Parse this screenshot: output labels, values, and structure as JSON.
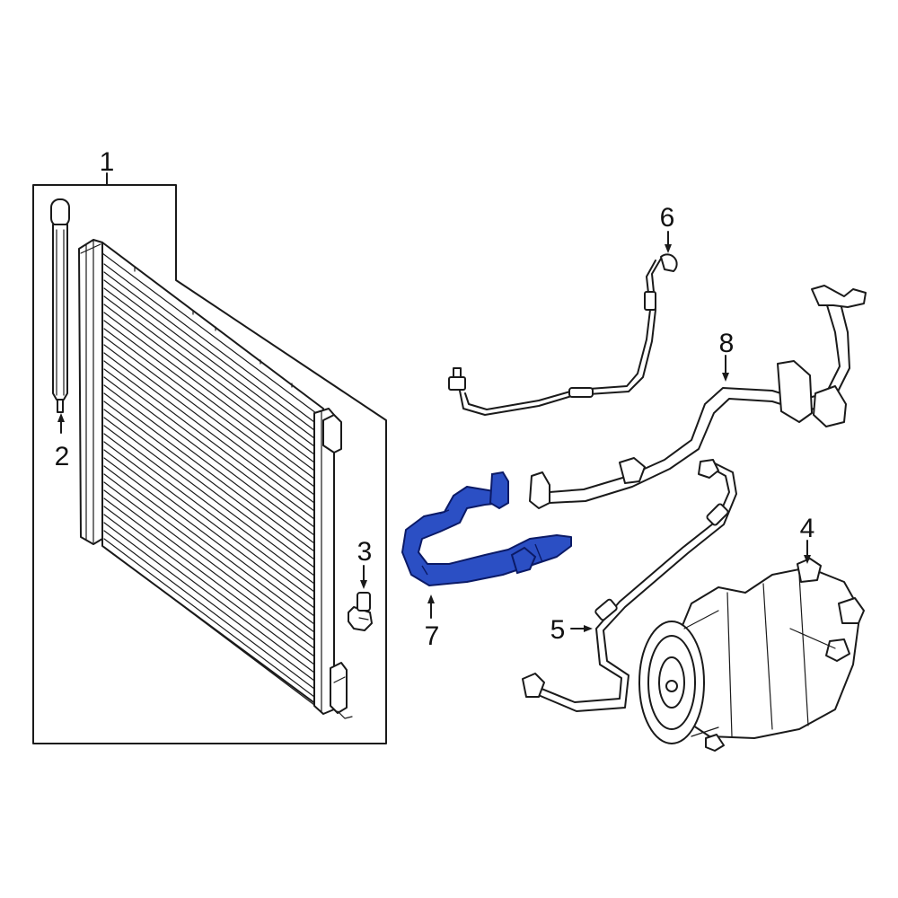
{
  "diagram": {
    "callouts": [
      {
        "id": "1",
        "label": "1"
      },
      {
        "id": "2",
        "label": "2"
      },
      {
        "id": "3",
        "label": "3"
      },
      {
        "id": "4",
        "label": "4"
      },
      {
        "id": "5",
        "label": "5"
      },
      {
        "id": "6",
        "label": "6"
      },
      {
        "id": "7",
        "label": "7"
      },
      {
        "id": "8",
        "label": "8"
      }
    ],
    "colors": {
      "line": "#1a1a1a",
      "highlight_fill": "#2b4fc4",
      "highlight_outline": "#0b1a66",
      "background": "#ffffff"
    },
    "highlighted_callout": "7"
  }
}
